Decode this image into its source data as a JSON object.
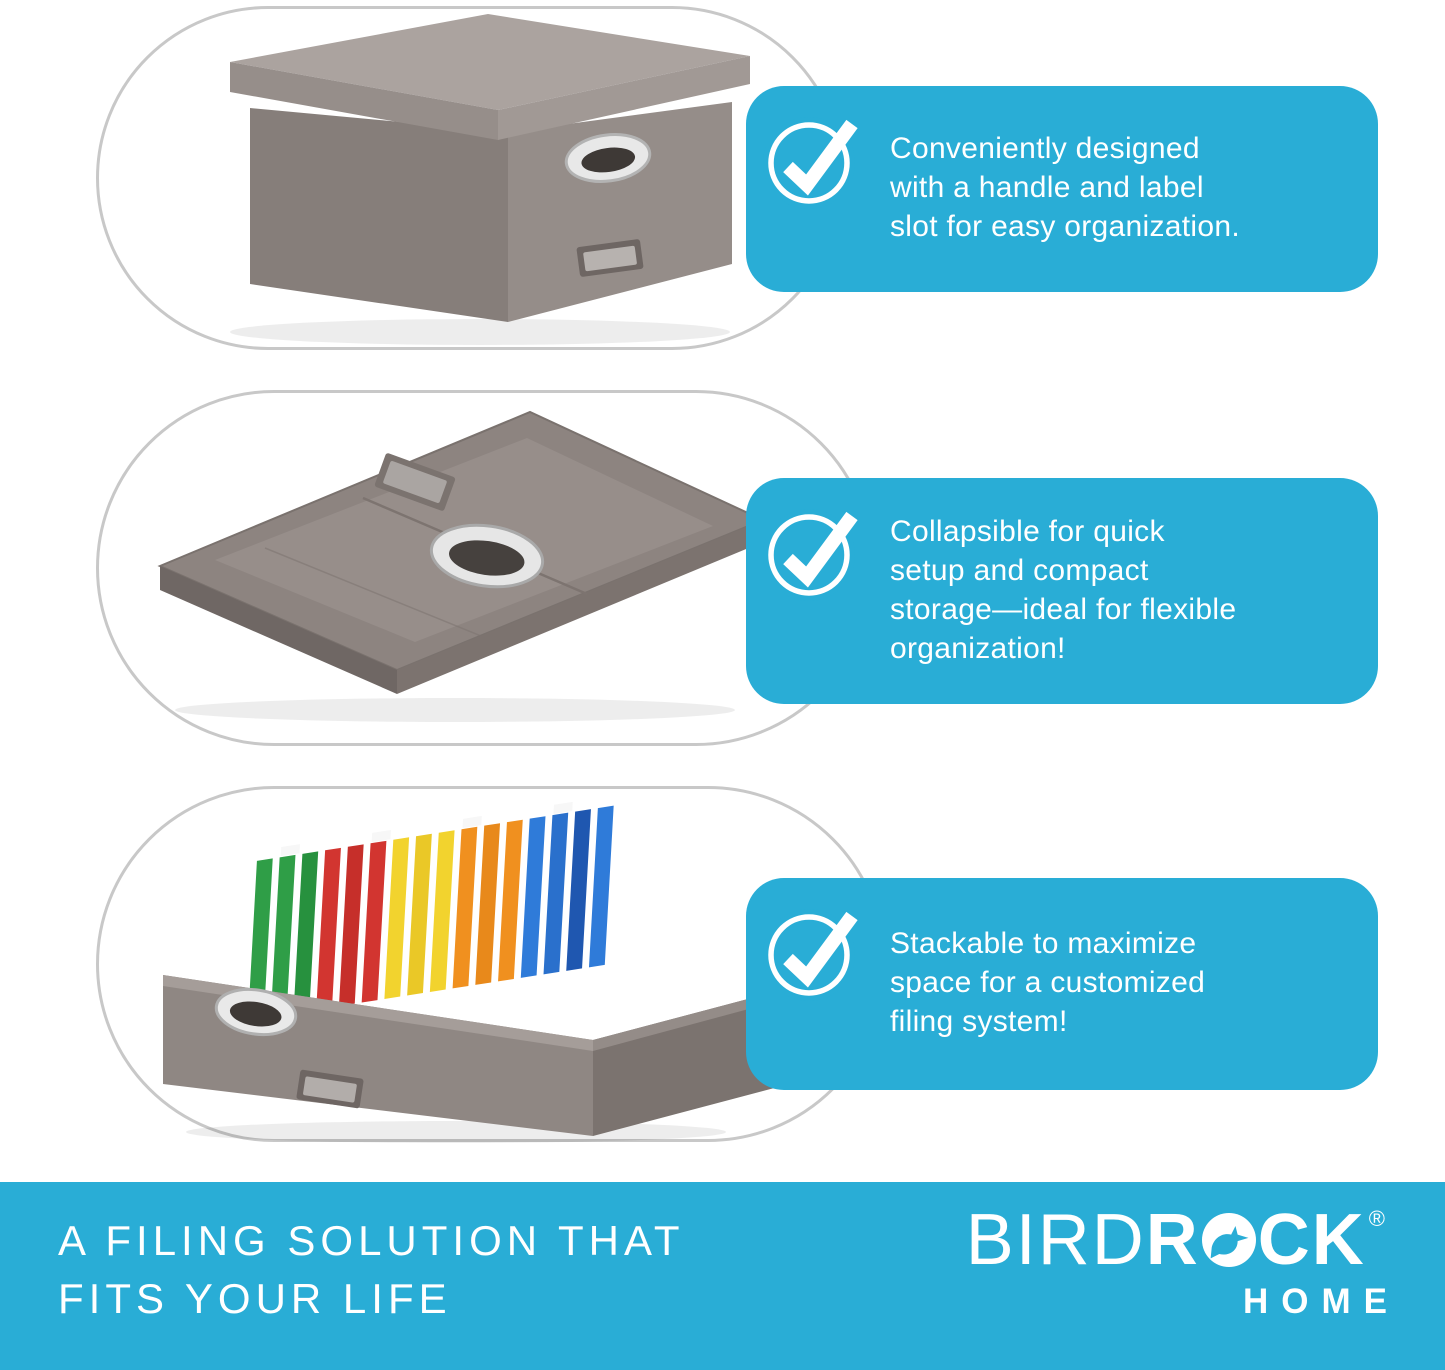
{
  "colors": {
    "accent": "#29ADD6",
    "outline_gray": "#C8C8C8",
    "box_fabric_gray": "#8F8783"
  },
  "features": [
    {
      "text": "Conveniently designed with a handle and label slot for easy organization.",
      "lines": [
        "Conveniently designed",
        "with a handle and label",
        "slot for easy organization."
      ]
    },
    {
      "text": "Collapsible for quick setup and compact storage—ideal for flexible organization!",
      "lines": [
        "Collapsible for quick",
        "setup and compact",
        "storage—ideal for flexible",
        "organization!"
      ]
    },
    {
      "text": "Stackable to maximize space for a customized filing system!",
      "lines": [
        "Stackable to maximize",
        "space for a customized",
        "filing system!"
      ]
    }
  ],
  "banner": {
    "headline_lines": [
      "A FILING SOLUTION THAT",
      "FITS YOUR LIFE"
    ],
    "brand": {
      "bird": "BIRD",
      "rock_r": "R",
      "rock_ck": "CK",
      "registered": "®",
      "home": "HOME"
    }
  }
}
